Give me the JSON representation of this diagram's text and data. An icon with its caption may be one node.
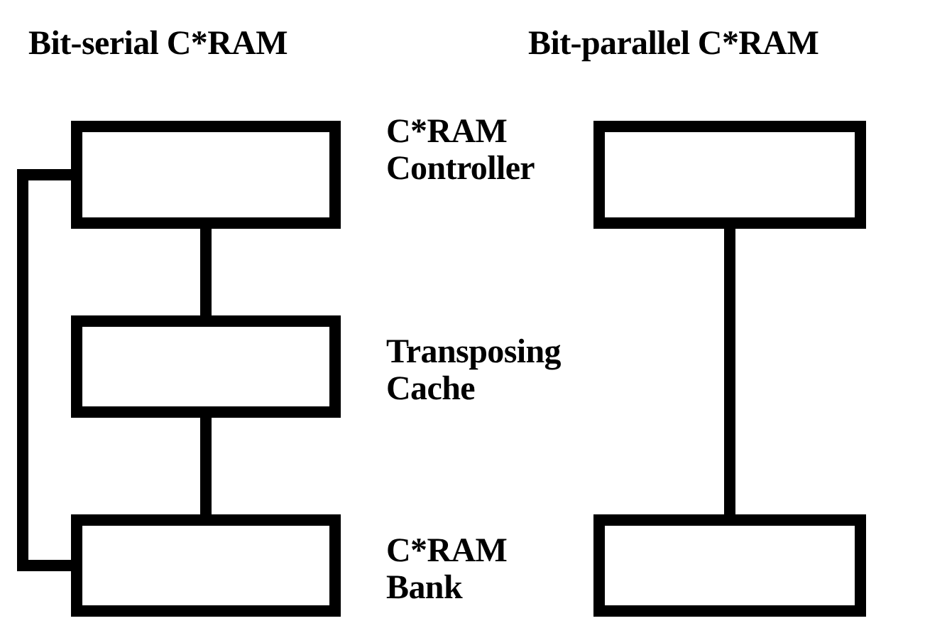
{
  "diagram": {
    "nodes": [
      {
        "text": [],
        "shape": "box",
        "beside": [
          "C*RAM Controller"
        ]
      },
      {
        "text": [],
        "shape": "box",
        "beside": [
          "Transposing Cache"
        ]
      },
      {
        "text": [],
        "shape": "box",
        "beside": [
          "C*RAM Bank"
        ]
      },
      {
        "text": [],
        "shape": "box"
      },
      {
        "text": [],
        "shape": "box"
      }
    ],
    "edges": [
      {
        "from": 0,
        "to": 1,
        "arrow": "none"
      },
      {
        "from": 1,
        "to": 2,
        "arrow": "none"
      },
      {
        "from": 0,
        "to": 2,
        "arrow": "none"
      },
      {
        "from": 3,
        "to": 4,
        "arrow": "none"
      }
    ],
    "labels": [
      "Bit-serial C*RAM",
      "Bit-parallel C*RAM"
    ]
  }
}
